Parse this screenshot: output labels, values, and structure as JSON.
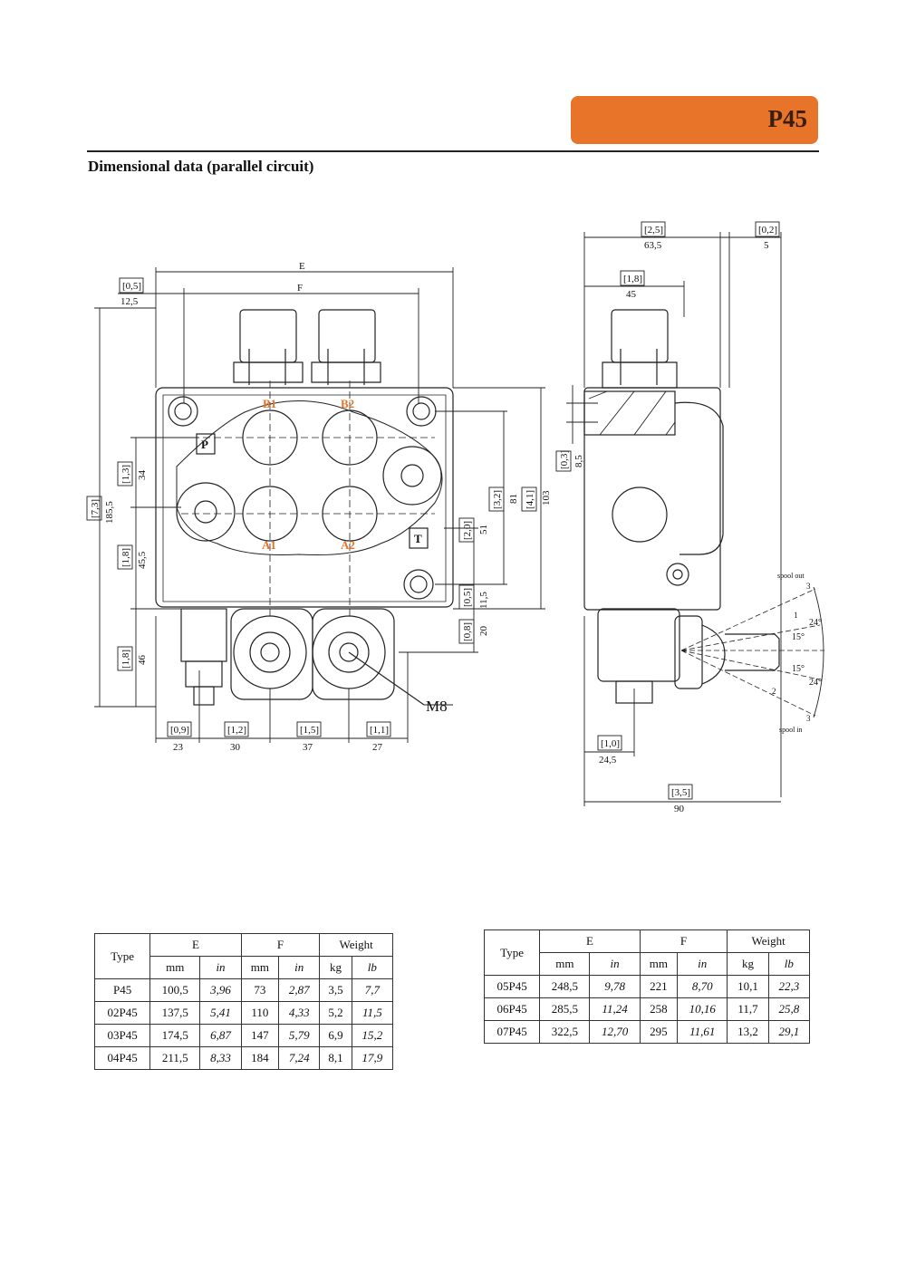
{
  "header": {
    "badge": "P45",
    "title": "Dimensional data (parallel circuit)"
  },
  "colors": {
    "badge": "#e8742a"
  },
  "drawing": {
    "top_dims": {
      "E": "E",
      "F": "F",
      "c05": "[0,5]",
      "c125": "12,5"
    },
    "left_dims": {
      "c73": "[7,3]",
      "c1855": "185,5",
      "c13": "[1,3]",
      "c34": "34",
      "c18a": "[1,8]",
      "c455": "45,5",
      "c18b": "[1,8]",
      "c46": "46"
    },
    "right_dims": {
      "c32": "[3,2]",
      "c81": "81",
      "c41": "[4,1]",
      "c103": "103",
      "c20a": "[2,0]",
      "c51": "51",
      "c05b": "[0,5]",
      "c115": "11,5",
      "c08": "[0,8]",
      "c20": "20"
    },
    "bottom_dims": {
      "c09": "[0,9]",
      "c23": "23",
      "c12": "[1,2]",
      "c30": "30",
      "c15": "[1,5]",
      "c37": "37",
      "c11": "[1,1]",
      "c27": "27"
    },
    "ports": {
      "B1": "B1",
      "B2": "B2",
      "A1": "A1",
      "A2": "A2",
      "P": "P",
      "T": "T",
      "M8": "M8"
    },
    "side_dims": {
      "c25": "[2,5]",
      "c635": "63,5",
      "c02": "[0,2]",
      "c5": "5",
      "c18": "[1,8]",
      "c45": "45",
      "c03": "[0,3]",
      "c85": "8,5",
      "c10": "[1,0]",
      "c245": "24,5",
      "c35": "[3,5]",
      "c90": "90"
    },
    "spool": {
      "out": "spool out",
      "in": "spool in",
      "a24a": "24°",
      "a15a": "15°",
      "a15b": "15°",
      "a24b": "24°",
      "n3a": "3",
      "n1": "1",
      "n2": "2",
      "n3b": "3"
    }
  },
  "table1": {
    "head": {
      "type": "Type",
      "E": "E",
      "F": "F",
      "weight": "Weight",
      "mm1": "mm",
      "in1": "in",
      "mm2": "mm",
      "in2": "in",
      "kg": "kg",
      "lb": "lb"
    },
    "rows": [
      [
        "P45",
        "100,5",
        "3,96",
        "73",
        "2,87",
        "3,5",
        "7,7"
      ],
      [
        "02P45",
        "137,5",
        "5,41",
        "110",
        "4,33",
        "5,2",
        "11,5"
      ],
      [
        "03P45",
        "174,5",
        "6,87",
        "147",
        "5,79",
        "6,9",
        "15,2"
      ],
      [
        "04P45",
        "211,5",
        "8,33",
        "184",
        "7,24",
        "8,1",
        "17,9"
      ]
    ]
  },
  "table2": {
    "head": {
      "type": "Type",
      "E": "E",
      "F": "F",
      "weight": "Weight",
      "mm1": "mm",
      "in1": "in",
      "mm2": "mm",
      "in2": "in",
      "kg": "kg",
      "lb": "lb"
    },
    "rows": [
      [
        "05P45",
        "248,5",
        "9,78",
        "221",
        "8,70",
        "10,1",
        "22,3"
      ],
      [
        "06P45",
        "285,5",
        "11,24",
        "258",
        "10,16",
        "11,7",
        "25,8"
      ],
      [
        "07P45",
        "322,5",
        "12,70",
        "295",
        "11,61",
        "13,2",
        "29,1"
      ]
    ]
  }
}
